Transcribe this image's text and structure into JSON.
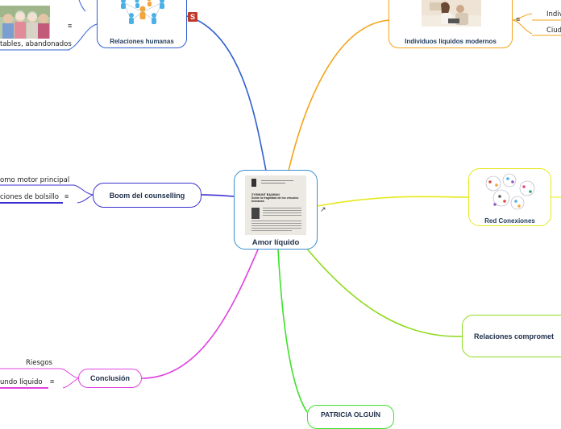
{
  "center": {
    "label": "Amor líquido",
    "book": {
      "author": "ZYGMUNT BAUMAN",
      "subtitle": "Sobre la fragilidad de los vínculos humanos"
    }
  },
  "nodes": {
    "relaciones_humanas": "Relaciones humanas",
    "individuos": "Individuos líquidos modernos",
    "boom": "Boom del counselling",
    "red": "Red Conexiones",
    "relaciones_comp": "Relaciones compromet",
    "conclusion": "Conclusión",
    "patricia": "PATRICIA OLGUÍN"
  },
  "leaves": {
    "tables": "tables, abandonados",
    "indiv": "Indiv",
    "ciud": "Ciud",
    "motor": "omo motor principal",
    "bolsillo": "ciones de bolsillo",
    "riesgos": "Riesgos",
    "mundo": "undo líquido"
  },
  "icons": {
    "menu": "≡",
    "s_badge": "S",
    "link": "↗"
  },
  "colors": {
    "blue": "#2f5fd0",
    "orange": "#f5a316",
    "yellow": "#e6ea1a",
    "green": "#8edb1e",
    "bright_green": "#3ee02a",
    "magenta": "#e043e0",
    "purple": "#3c2fd0",
    "center_border": "#3a8fd0"
  }
}
